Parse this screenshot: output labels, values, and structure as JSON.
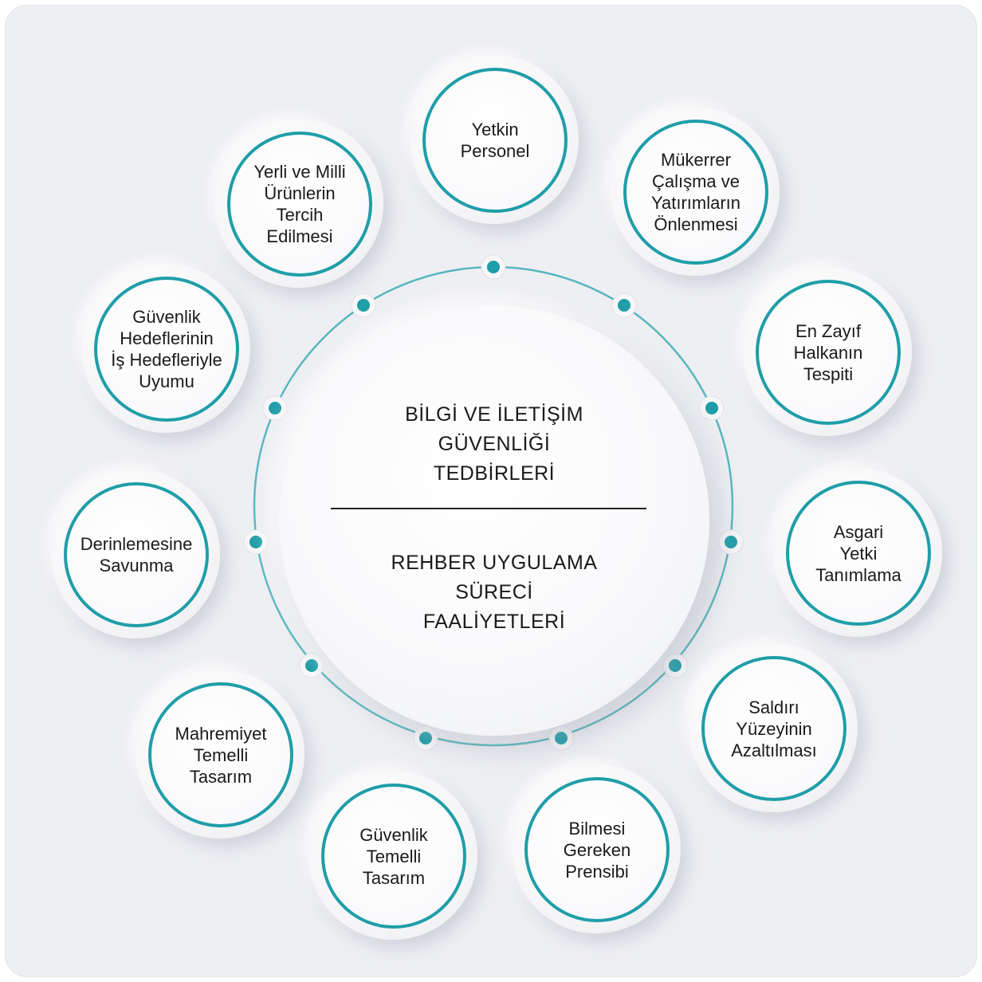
{
  "center": {
    "title_lines": [
      "BİLGİ VE İLETİŞİM",
      "GÜVENLİĞİ",
      "TEDBİRLERİ"
    ],
    "subtitle_lines": [
      "REHBER UYGULAMA",
      "SÜRECİ",
      "FAALİYETLERİ"
    ]
  },
  "colors": {
    "accent": "#1f9ea8",
    "ring": "#56b7bd",
    "panel": "#eeeff3"
  },
  "nodes": [
    {
      "id": "yetkin-personel",
      "lines": [
        "Yetkin",
        "Personel"
      ]
    },
    {
      "id": "mukerrer",
      "lines": [
        "Mükerrer",
        "Çalışma ve",
        "Yatırımların",
        "Önlenmesi"
      ]
    },
    {
      "id": "en-zayif-halka",
      "lines": [
        "En Zayıf",
        "Halkanın",
        "Tespiti"
      ]
    },
    {
      "id": "asgari-yetki",
      "lines": [
        "Asgari",
        "Yetki",
        "Tanımlama"
      ]
    },
    {
      "id": "saldiri-yuzeyi",
      "lines": [
        "Saldırı",
        "Yüzeyinin",
        "Azaltılması"
      ]
    },
    {
      "id": "bilmesi-gereken",
      "lines": [
        "Bilmesi",
        "Gereken",
        "Prensibi"
      ]
    },
    {
      "id": "guvenlik-temelli",
      "lines": [
        "Güvenlik",
        "Temelli",
        "Tasarım"
      ]
    },
    {
      "id": "mahremiyet-temelli",
      "lines": [
        "Mahremiyet",
        "Temelli",
        "Tasarım"
      ]
    },
    {
      "id": "derinlemesine",
      "lines": [
        "Derinlemesine",
        "Savunma"
      ]
    },
    {
      "id": "guvenlik-hedefleri",
      "lines": [
        "Güvenlik",
        "Hedeflerinin",
        "İş Hedefleriyle",
        "Uyumu"
      ]
    },
    {
      "id": "yerli-milli",
      "lines": [
        "Yerli ve Milli",
        "Ürünlerin",
        "Tercih",
        "Edilmesi"
      ]
    }
  ]
}
